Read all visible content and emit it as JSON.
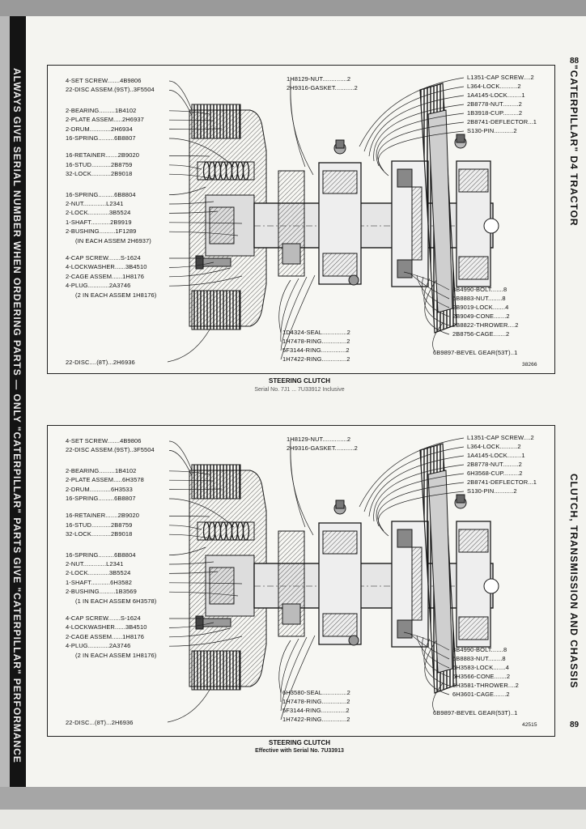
{
  "left_vertical_text": "ALWAYS GIVE SERIAL NUMBER WHEN ORDERING PARTS — ONLY \"CATERPILLAR\" PARTS GIVE \"CATERPILLAR\" PERFORMANCE",
  "right_vertical_top": "\"CATERPILLAR\" D4 TRACTOR",
  "right_vertical_bottom": "CLUTCH, TRANSMISSION AND CHASSIS",
  "page_number_top": "88",
  "page_number_bottom": "89",
  "diagram_top": {
    "caption": "STEERING CLUTCH",
    "subcaption": "Serial No. 7J1 ... 7U33912 Inclusive",
    "figure_number": "38266",
    "left_labels": [
      "4-SET SCREW.......4B9806",
      "22-DISC ASSEM.(9ST)..3F5504",
      "2-BEARING.........1B4102",
      "2-PLATE ASSEM.....2H6937",
      "2-DRUM............2H6934",
      "16-SPRING.........6B8807",
      "16-RETAINER.......2B9020",
      "16-STUD...........2B8759",
      "32-LOCK...........2B9018",
      "16-SPRING.........6B8804",
      "2-NUT.............L2341",
      "2-LOCK............3B5524",
      "1-SHAFT...........2B9919",
      "2-BUSHING.........1F1289",
      "(IN EACH ASSEM 2H6937)",
      "4-CAP SCREW.......S-1624",
      "4-LOCKWASHER......3B4510",
      "2-CAGE ASSEM......1H8176",
      "4-PLUG............2A3746",
      "(2 IN EACH ASSEM 1H8176)"
    ],
    "bottom_left_label": "22-DISC....(8T)...2H6936",
    "top_mid_labels": [
      "1H8129-NUT..............2",
      "2H9316-GASKET...........2"
    ],
    "right_top_labels": [
      "L1351-CAP SCREW....2",
      "L364-LOCK..........2",
      "1A4145-LOCK........1",
      "2B8778-NUT.........2",
      "1B3918-CUP.........2",
      "2B8741-DEFLECTOR...1",
      "S130-PIN...........2"
    ],
    "right_bottom_labels": [
      "3B4990-BOLT.......8",
      "6B8883-NUT........8",
      "2B9019-LOCK.......4",
      "2B9049-CONE.......2",
      "2B8822-THROWER....2",
      "2B8756-CAGE.......2"
    ],
    "bottom_mid_labels": [
      "1D4324-SEAL..............2",
      "1H7478-RING..............2",
      "5F3144-RING..............2",
      "1H7422-RING..............2"
    ],
    "bevel_gear_label": "6B9897-BEVEL GEAR(53T)..1"
  },
  "diagram_bottom": {
    "caption": "STEERING CLUTCH",
    "subcaption": "Effective with Serial No. 7U33913",
    "figure_number": "42515",
    "left_labels": [
      "4-SET SCREW.......4B9806",
      "22-DISC ASSEM.(9ST)..3F5504",
      "2-BEARING.........1B4102",
      "2-PLATE ASSEM.....6H3578",
      "2-DRUM............6H3533",
      "16-SPRING.........6B8807",
      "16-RETAINER.......2B9020",
      "16-STUD...........2B8759",
      "32-LOCK...........2B9018",
      "16-SPRING.........6B8804",
      "2-NUT.............L2341",
      "2-LOCK............3B5524",
      "1-SHAFT...........6H3582",
      "2-BUSHING.........1B3569",
      "(1 IN EACH ASSEM 6H3578)",
      "4-CAP SCREW.......S-1624",
      "4-LOCKWASHER......3B4510",
      "2-CAGE ASSEM......1H8176",
      "4-PLUG............2A3746",
      "(2 IN EACH ASSEM 1H8176)"
    ],
    "bottom_left_label": "22-DISC...(8T)...2H6936",
    "top_mid_labels": [
      "1H8129-NUT..............2",
      "2H9316-GASKET...........2"
    ],
    "right_top_labels": [
      "L1351-CAP SCREW....2",
      "L364-LOCK..........2",
      "1A4145-LOCK........1",
      "2B8778-NUT.........2",
      "6H3568-CUP.........2",
      "2B8741-DEFLECTOR...1",
      "S130-PIN...........2"
    ],
    "right_bottom_labels": [
      "3B4990-BOLT.......8",
      "6B8883-NUT........8",
      "6H3583-LOCK.......4",
      "6H3566-CONE.......2",
      "6H3581-THROWER....2",
      "6H3601-CAGE.......2"
    ],
    "bottom_mid_labels": [
      "6H3580-SEAL..............2",
      "1H7478-RING..............2",
      "5F3144-RING..............2",
      "1H7422-RING..............2"
    ],
    "bevel_gear_label": "6B9897-BEVEL GEAR(53T)..1"
  }
}
